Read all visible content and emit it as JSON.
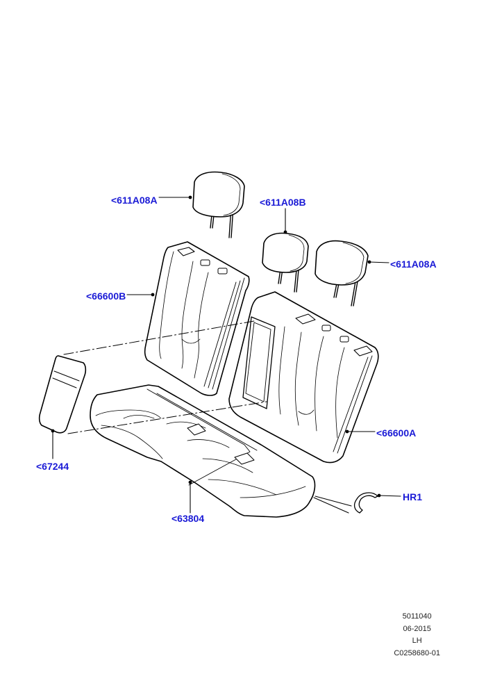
{
  "callouts": {
    "headrest_left": "<611A08A",
    "headrest_center": "<611A08B",
    "headrest_right": "<611A08A",
    "backrest_left": "<66600B",
    "backrest_right": "<66600A",
    "armrest_cover": "<67244",
    "cushion": "<63804",
    "hog_ring": "HR1"
  },
  "footer": {
    "illustration_id": "5011040",
    "date": "06-2015",
    "side": "LH",
    "code": "C0258680-01"
  },
  "colors": {
    "callout_text": "#1a1ad6",
    "line": "#000000"
  }
}
